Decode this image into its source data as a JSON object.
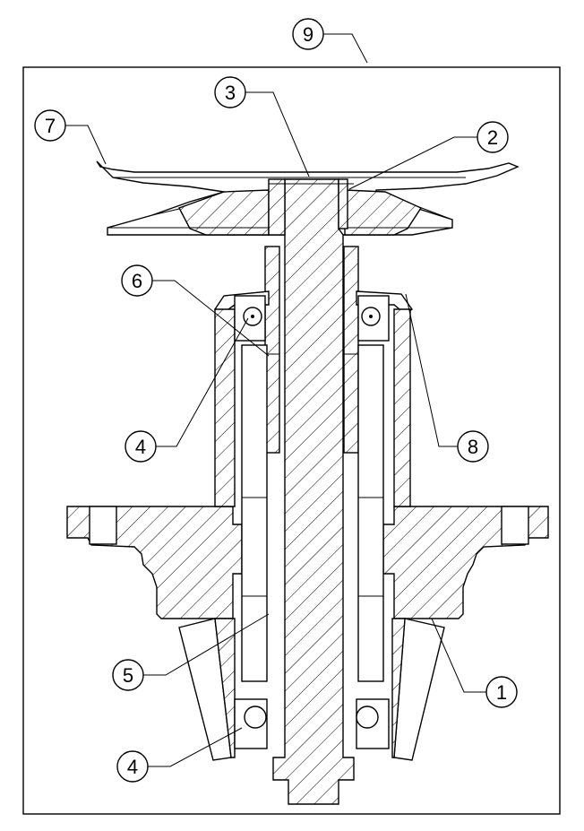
{
  "callouts": [
    {
      "id": "c9",
      "number": "9"
    },
    {
      "id": "c3",
      "number": "3"
    },
    {
      "id": "c7",
      "number": "7"
    },
    {
      "id": "c2",
      "number": "2"
    },
    {
      "id": "c6",
      "number": "6"
    },
    {
      "id": "c4a",
      "number": "4"
    },
    {
      "id": "c8",
      "number": "8"
    },
    {
      "id": "c5",
      "number": "5"
    },
    {
      "id": "c1",
      "number": "1"
    },
    {
      "id": "c4b",
      "number": "4"
    }
  ]
}
